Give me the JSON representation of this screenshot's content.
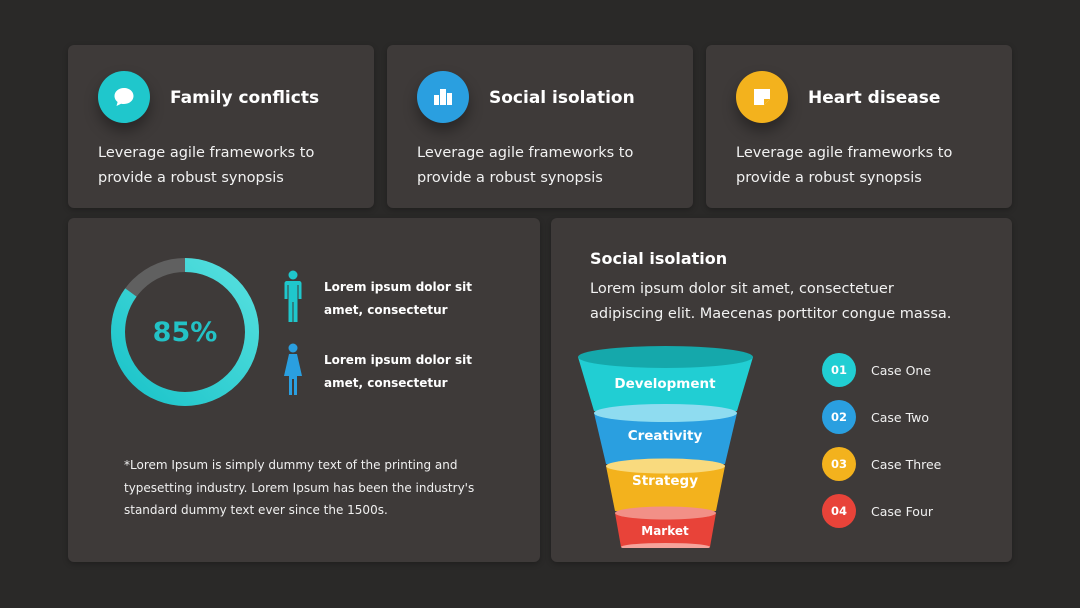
{
  "cards": [
    {
      "title": "Family conflicts",
      "body": "Leverage agile frameworks to provide a robust synopsis",
      "icon": "chat-bubble-icon",
      "color": "#1fc7cc"
    },
    {
      "title": "Social isolation",
      "body": "Leverage agile frameworks to provide a robust synopsis",
      "icon": "buildings-icon",
      "color": "#2a9fe0"
    },
    {
      "title": "Heart disease",
      "body": "Leverage agile frameworks to provide a robust synopsis",
      "icon": "note-icon",
      "color": "#f3b21d"
    }
  ],
  "stats": {
    "percent_label": "85%",
    "percent_value": 0.85,
    "ring_color": "#26d0d2",
    "male_text": "Lorem ipsum dolor sit amet, consectetur",
    "female_text": "Lorem ipsum dolor sit amet, consectetur",
    "male_color": "#1fc7cc",
    "female_color": "#2a9fe0",
    "footnote": "*Lorem Ipsum is simply dummy text of the printing and typesetting industry. Lorem Ipsum has been the industry's standard dummy text ever since the 1500s."
  },
  "funnel": {
    "title": "Social isolation",
    "description": "Lorem ipsum dolor sit amet, consectetuer adipiscing elit. Maecenas porttitor congue massa.",
    "stages": [
      {
        "label": "Development",
        "color": "#21ced3"
      },
      {
        "label": "Creativity",
        "color": "#2a9fe0"
      },
      {
        "label": "Strategy",
        "color": "#f3b21d"
      },
      {
        "label": "Market",
        "color": "#e84339"
      }
    ],
    "cases": [
      {
        "num": "01",
        "label": "Case One",
        "color": "#21ced3"
      },
      {
        "num": "02",
        "label": "Case Two",
        "color": "#2a9fe0"
      },
      {
        "num": "03",
        "label": "Case Three",
        "color": "#f3b21d"
      },
      {
        "num": "04",
        "label": "Case Four",
        "color": "#e84339"
      }
    ]
  }
}
